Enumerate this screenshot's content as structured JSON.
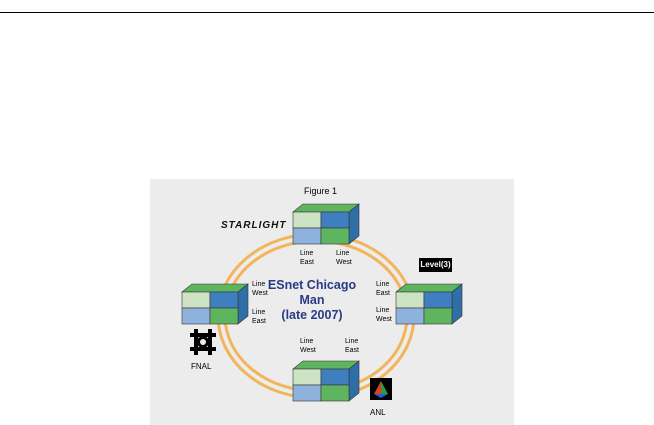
{
  "figure": {
    "caption": "Figure 1",
    "title_line1": "ESnet Chicago",
    "title_line2": "Man",
    "title_line3": "(late 2007)"
  },
  "nodes": {
    "starlight": {
      "logo_text": "STARLIGHT",
      "port_left": [
        "Line",
        "East"
      ],
      "port_right": [
        "Line",
        "West"
      ]
    },
    "level3": {
      "logo_text": "Level(3)",
      "port_top": [
        "Line",
        "East"
      ],
      "port_bottom": [
        "Line",
        "West"
      ]
    },
    "fnal": {
      "name": "FNAL",
      "port_top": [
        "Line",
        "West"
      ],
      "port_bottom": [
        "Line",
        "East"
      ]
    },
    "anl": {
      "name": "ANL",
      "port_left": [
        "Line",
        "West"
      ],
      "port_right": [
        "Line",
        "East"
      ]
    }
  },
  "colors": {
    "ring": "#f2b55c",
    "cube_light_green": "#cde3c3",
    "cube_dark_blue": "#3f7fc0",
    "cube_light_blue": "#8fb2dd",
    "cube_green": "#5fb55f",
    "title_color": "#2a3a86"
  }
}
